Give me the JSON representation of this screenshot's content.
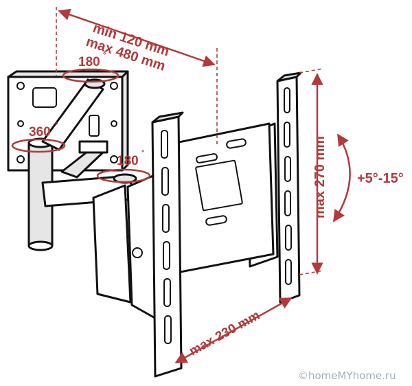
{
  "labels": {
    "depth_min": "min 120 mm",
    "depth_max": "max 480 mm",
    "rotate_top": "180",
    "rotate_left": "360",
    "rotate_mid": "180",
    "height": "max 270 mm",
    "tilt": "+5°-15°",
    "width": "max 230 mm"
  },
  "watermark": "©homeMYhome.ru",
  "colors": {
    "accent": "#b23a3a",
    "line": "#111111",
    "watermark": "#9fb0b8"
  }
}
